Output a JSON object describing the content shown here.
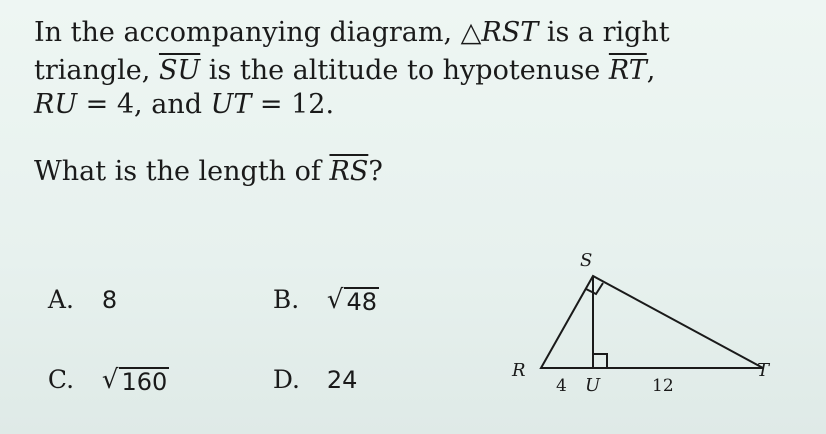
{
  "problem": {
    "line1_pre": "In the accompanying diagram, ",
    "line1_tri": "△",
    "line1_name": "RST",
    "line1_post": " is a right",
    "line2_pre": "triangle, ",
    "line2_seg": "SU",
    "line2_mid": " is the altitude to hypotenuse ",
    "line2_seg2": "RT",
    "line2_post": ",",
    "line3_a": "RU",
    "line3_b": " = 4, and ",
    "line3_c": "UT",
    "line3_d": " = 12.",
    "question_pre": "What is the length of ",
    "question_seg": "RS",
    "question_post": "?"
  },
  "choices": [
    {
      "letter": "A.",
      "value": "8"
    },
    {
      "letter": "B.",
      "radical": "48"
    },
    {
      "letter": "C.",
      "radical": "160"
    },
    {
      "letter": "D.",
      "value": "24"
    }
  ],
  "diagram": {
    "label_S": "S",
    "label_R": "R",
    "label_T": "T",
    "label_U": "U",
    "label_RU": "4",
    "label_UT": "12"
  }
}
